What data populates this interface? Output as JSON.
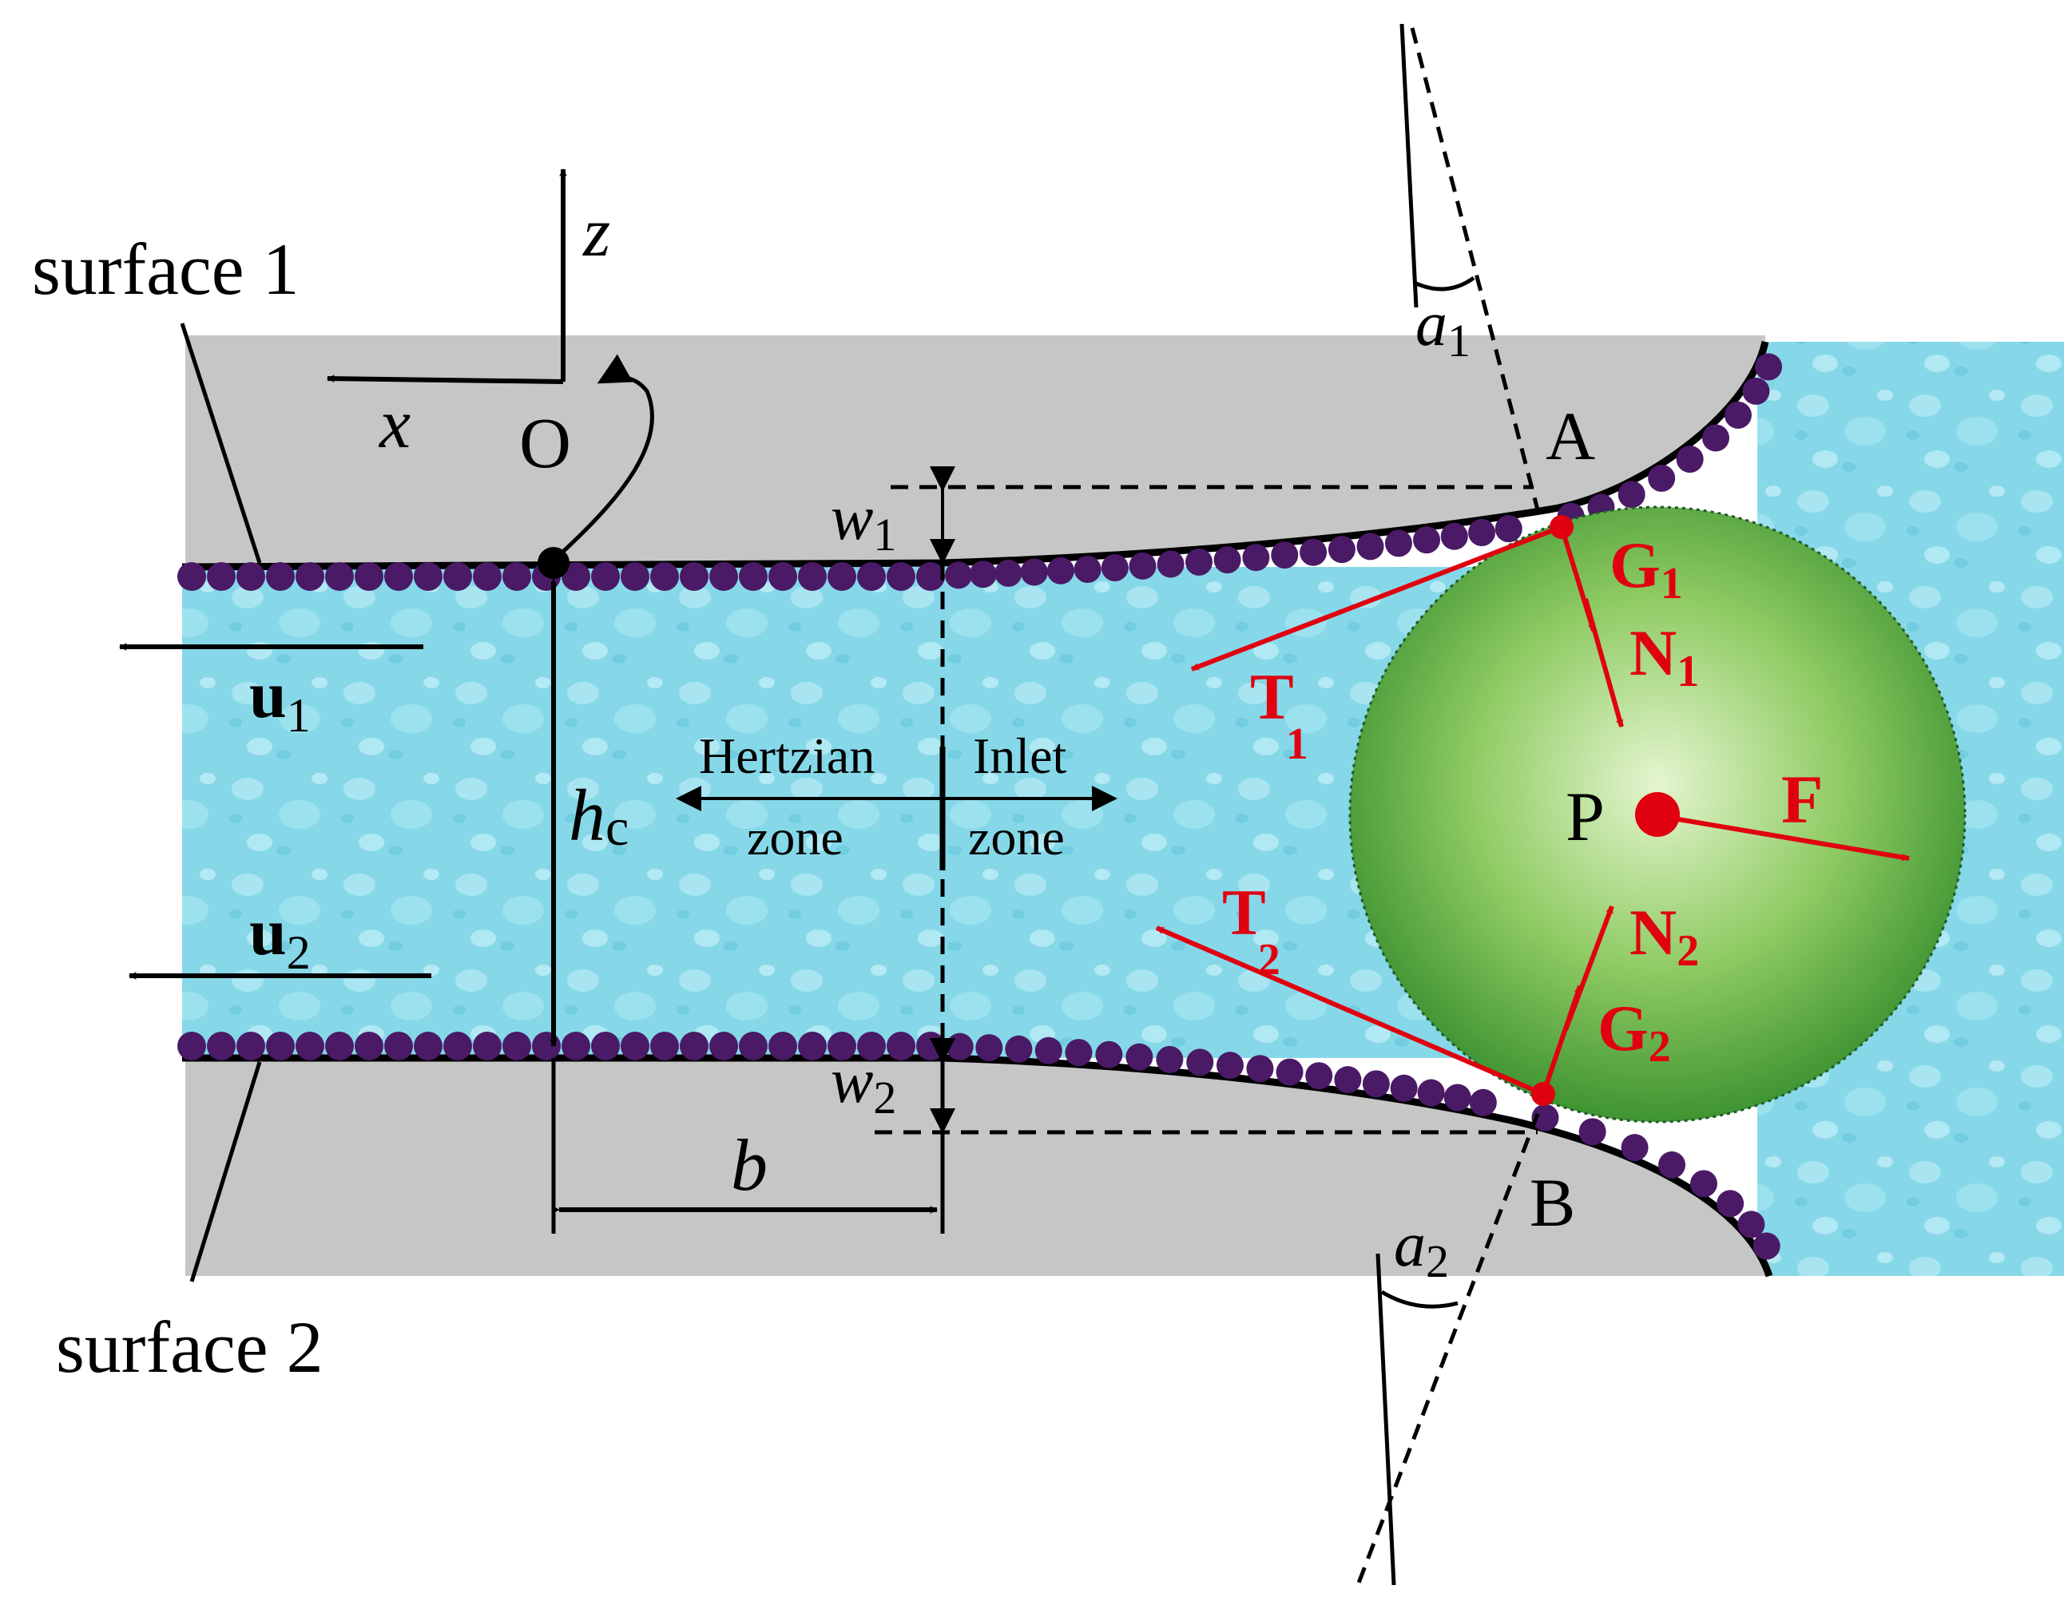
{
  "surfaces": {
    "surface1": "surface 1",
    "surface2": "surface 2"
  },
  "axes": {
    "origin": "O",
    "x": "x",
    "z": "z"
  },
  "velocities": {
    "u1_base": "u",
    "u1_sub": "1",
    "u2_base": "u",
    "u2_sub": "2"
  },
  "dimensions": {
    "hc_base": "h",
    "hc_sub": "c",
    "w1_base": "w",
    "w1_sub": "1",
    "w2_base": "w",
    "w2_sub": "2",
    "b": "b"
  },
  "zones": {
    "hertzian_line1": "Hertzian",
    "hertzian_line2": "zone",
    "inlet_line1": "Inlet",
    "inlet_line2": "zone"
  },
  "points": {
    "A": "A",
    "B": "B",
    "P": "P"
  },
  "angles": {
    "a1_base": "a",
    "a1_sub": "1",
    "a2_base": "a",
    "a2_sub": "2"
  },
  "forces": {
    "G1_base": "G",
    "G1_sub": "1",
    "N1_base": "N",
    "N1_sub": "1",
    "T1_base": "T",
    "T1_sub": "1",
    "T2_base": "T",
    "T2_sub": "2",
    "N2_base": "N",
    "N2_sub": "2",
    "G2_base": "G",
    "G2_sub": "2",
    "F": "F"
  },
  "colors": {
    "surface_gray": "#c6c6c6",
    "lubricant_cyan": "#7fd6e6",
    "particle_green": "#6bb64a",
    "molecule_purple": "#4a1a66",
    "force_red": "#e0000f"
  }
}
